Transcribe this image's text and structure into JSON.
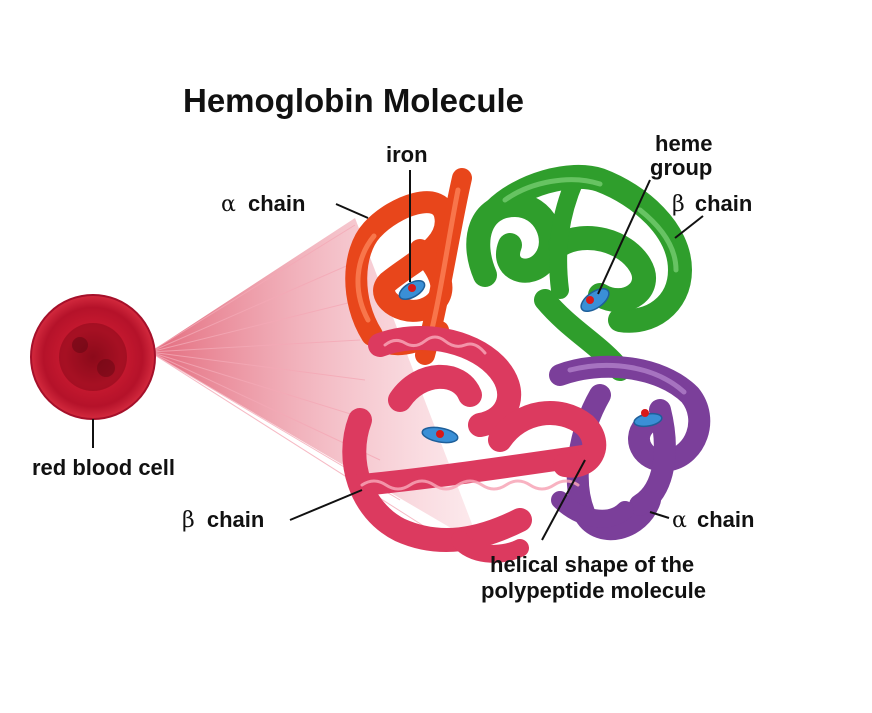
{
  "title": "Hemoglobin Molecule",
  "labels": {
    "iron": "iron",
    "heme_line1": "heme",
    "heme_line2": "group",
    "alpha_top_greek": "α",
    "alpha_top_text": "chain",
    "beta_top_greek": "β",
    "beta_top_text": "chain",
    "red_blood_cell": "red blood cell",
    "beta_bottom_greek": "β",
    "beta_bottom_text": "chain",
    "alpha_bottom_greek": "α",
    "alpha_bottom_text": "chain",
    "helical_line1": "helical shape of the",
    "helical_line2": "polypeptide molecule"
  },
  "colors": {
    "alpha_top": "#e8461b",
    "beta_top": "#2f9e2c",
    "beta_bottom": "#dc3a5f",
    "alpha_bottom": "#7b3f9a",
    "cell": "#c4132b",
    "heme": "#3a8fd6",
    "iron": "#d81818"
  }
}
